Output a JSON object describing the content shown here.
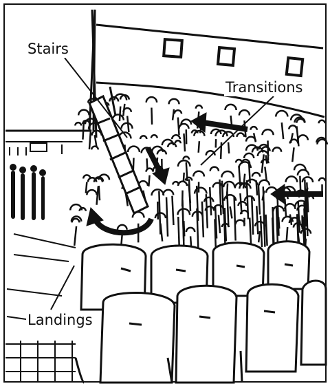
{
  "figure": {
    "labels": {
      "stairs": "Stairs",
      "transitions": "Transitions",
      "landings": "Landings"
    },
    "colors": {
      "ink": "#111111",
      "paper": "#ffffff"
    }
  }
}
